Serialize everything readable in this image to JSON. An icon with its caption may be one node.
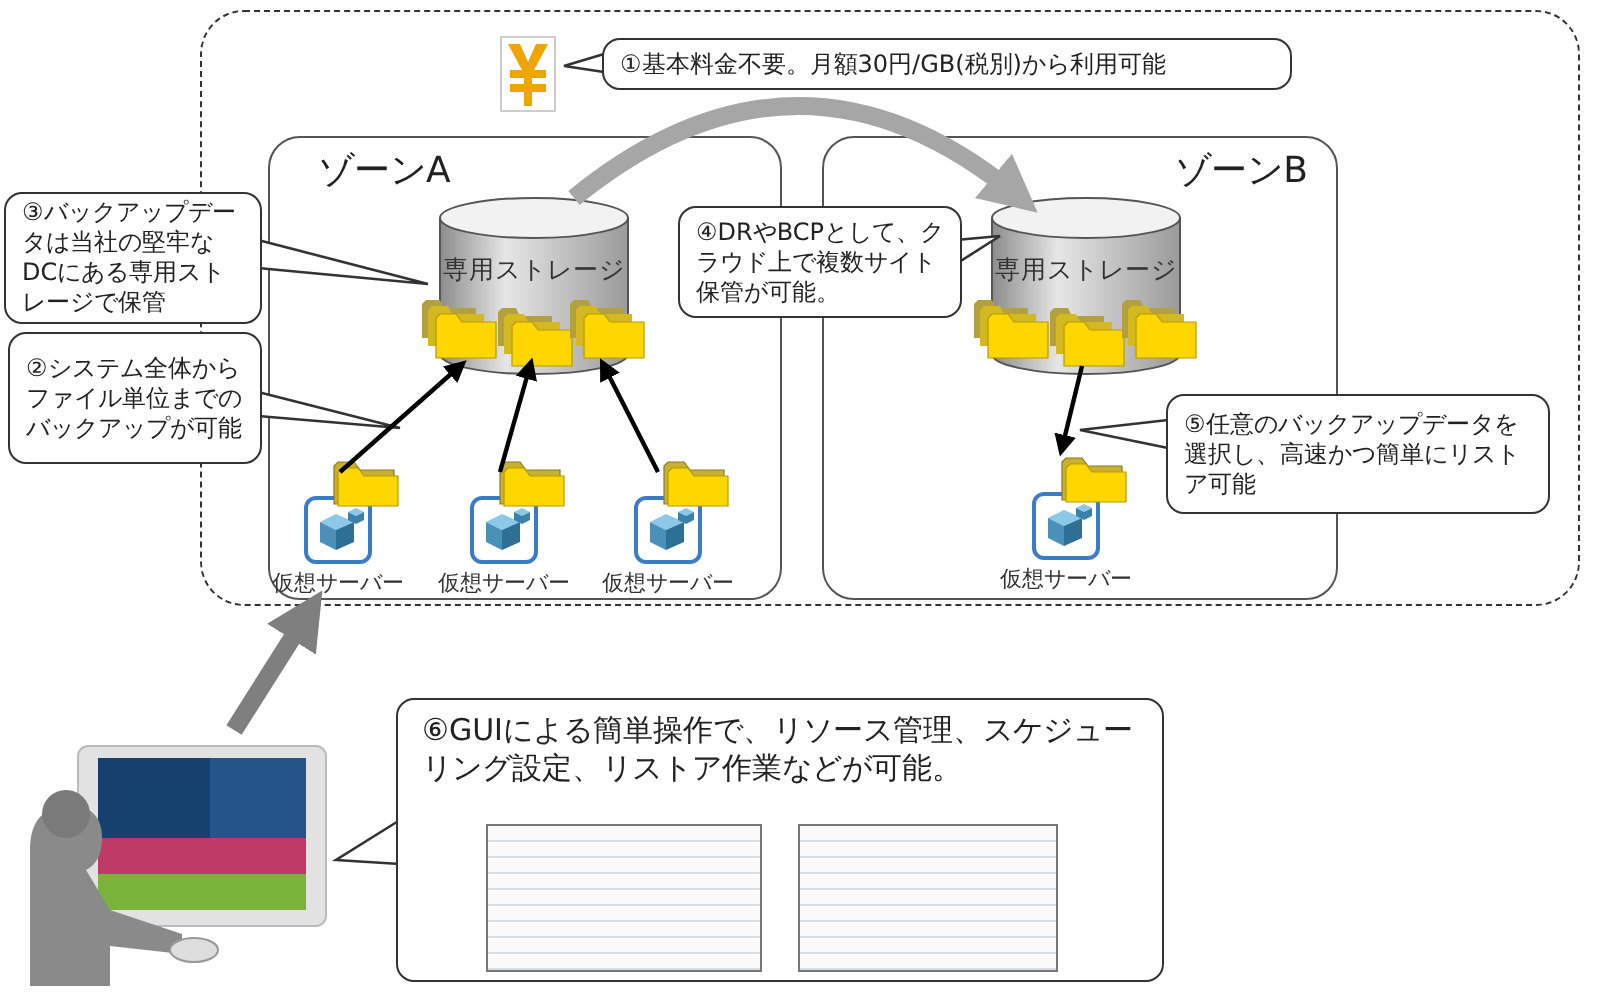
{
  "diagram": {
    "nodes": [
      {
        "text": [],
        "shape": "box"
      },
      {
        "text": [
          "①基本料金不要。月額30円/GB(税別)から利用可能"
        ],
        "in": 0
      },
      {
        "text": [
          "ゾーンA"
        ],
        "in": 0
      },
      {
        "text": [
          "ゾーンB"
        ],
        "in": 0
      },
      {
        "text": [
          "専用ストレージ"
        ],
        "in": 2
      },
      {
        "text": [
          "③バックアップデータは当社の堅牢なDCにある専用ストレージで保管"
        ]
      },
      {
        "text": [
          "②システム全体からファイル単位までのバックアップが可能"
        ]
      },
      {
        "text": [
          "仮想サーバー"
        ],
        "in": 2
      },
      {
        "text": [
          "仮想サーバー"
        ],
        "in": 2
      },
      {
        "text": [
          "仮想サーバー"
        ],
        "in": 2
      },
      {
        "text": [
          "専用ストレージ"
        ],
        "in": 3
      },
      {
        "text": [
          "④DRやBCPとして、クラウド上で複数サイト保管が可能。"
        ],
        "in": 0
      },
      {
        "text": [
          "⑤任意のバックアップデータを選択し、高速かつ簡単にリストア可能"
        ],
        "in": 0
      },
      {
        "text": [
          "仮想サーバー"
        ],
        "in": 3
      },
      {
        "text": [],
        "shape": "picture"
      },
      {
        "text": [
          "⑥GUIによる簡単操作で、リソース管理、スケジューリング設定、リストア作業などが可能。"
        ]
      }
    ],
    "edges": [
      {
        "from": 7,
        "to": 4,
        "arrow": "to"
      },
      {
        "from": 8,
        "to": 4,
        "arrow": "to"
      },
      {
        "from": 9,
        "to": 4,
        "arrow": "to"
      },
      {
        "from": 4,
        "to": 10,
        "arrow": "to",
        "style": "thick",
        "color": "#a6a6a6"
      },
      {
        "from": 10,
        "to": 13,
        "arrow": "to"
      },
      {
        "from": 14,
        "to": 0,
        "arrow": "to",
        "style": "thick",
        "color": "#7f7f7f"
      }
    ]
  }
}
